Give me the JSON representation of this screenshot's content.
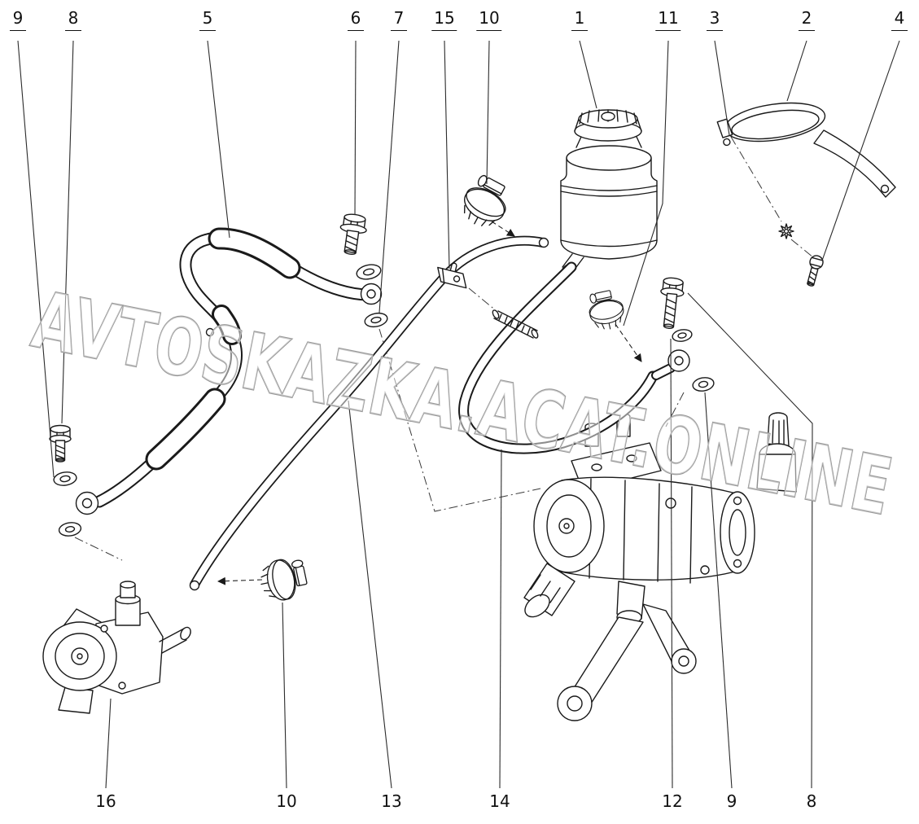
{
  "watermark": {
    "text": "AVTOSKAZKA.ACAT.ONLINE"
  },
  "callouts": {
    "top": [
      {
        "label": "9"
      },
      {
        "label": "8"
      },
      {
        "label": "5"
      },
      {
        "label": "6"
      },
      {
        "label": "7"
      },
      {
        "label": "15"
      },
      {
        "label": "10"
      },
      {
        "label": "1"
      },
      {
        "label": "11"
      },
      {
        "label": "3"
      },
      {
        "label": "2"
      },
      {
        "label": "4"
      }
    ],
    "bottom": [
      {
        "label": "16"
      },
      {
        "label": "10"
      },
      {
        "label": "13"
      },
      {
        "label": "14"
      },
      {
        "label": "12"
      },
      {
        "label": "9"
      },
      {
        "label": "8"
      }
    ]
  }
}
